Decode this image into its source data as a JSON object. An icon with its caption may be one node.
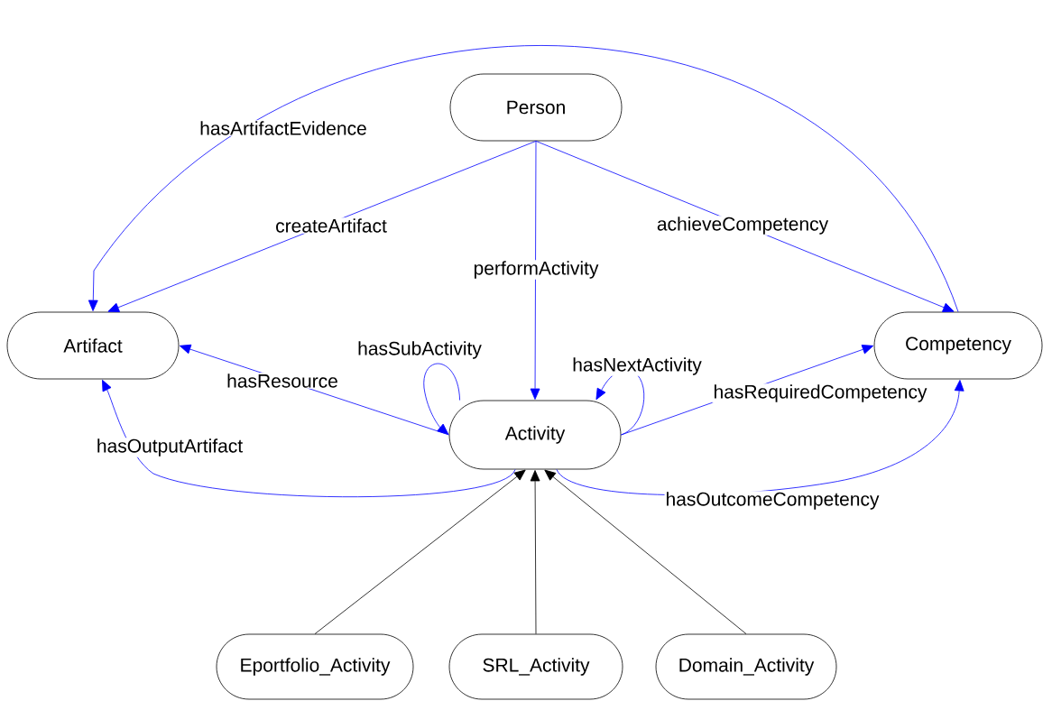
{
  "diagram": {
    "nodes": [
      {
        "text": [
          "Person"
        ]
      },
      {
        "text": [
          "Artifact"
        ]
      },
      {
        "text": [
          "Activity"
        ]
      },
      {
        "text": [
          "Competency"
        ]
      },
      {
        "text": [
          "Eportfolio_Activity"
        ]
      },
      {
        "text": [
          "SRL_Activity"
        ]
      },
      {
        "text": [
          "Domain_Activity"
        ]
      }
    ],
    "edges": [
      {
        "from": 3,
        "to": 1,
        "arrow": "to",
        "label": "hasArtifactEvidence"
      },
      {
        "from": 0,
        "to": 1,
        "arrow": "to",
        "label": "createArtifact"
      },
      {
        "from": 0,
        "to": 2,
        "arrow": "to",
        "label": "performActivity"
      },
      {
        "from": 0,
        "to": 3,
        "arrow": "to",
        "label": "achieveCompetency"
      },
      {
        "from": 2,
        "to": 1,
        "arrow": "to",
        "label": "hasResource"
      },
      {
        "from": 2,
        "to": 2,
        "arrow": "to",
        "label": "hasSubActivity"
      },
      {
        "from": 2,
        "to": 2,
        "arrow": "to",
        "label": "hasNextActivity"
      },
      {
        "from": 2,
        "to": 3,
        "arrow": "to",
        "label": "hasRequiredCompetency"
      },
      {
        "from": 2,
        "to": 1,
        "arrow": "to",
        "label": "hasOutputArtifact"
      },
      {
        "from": 2,
        "to": 3,
        "arrow": "to",
        "label": "hasOutcomeCompetency"
      },
      {
        "from": 4,
        "to": 2,
        "arrow": "to",
        "color": "#000000"
      },
      {
        "from": 5,
        "to": 2,
        "arrow": "to",
        "color": "#000000"
      },
      {
        "from": 6,
        "to": 2,
        "arrow": "to",
        "color": "#000000"
      }
    ]
  }
}
